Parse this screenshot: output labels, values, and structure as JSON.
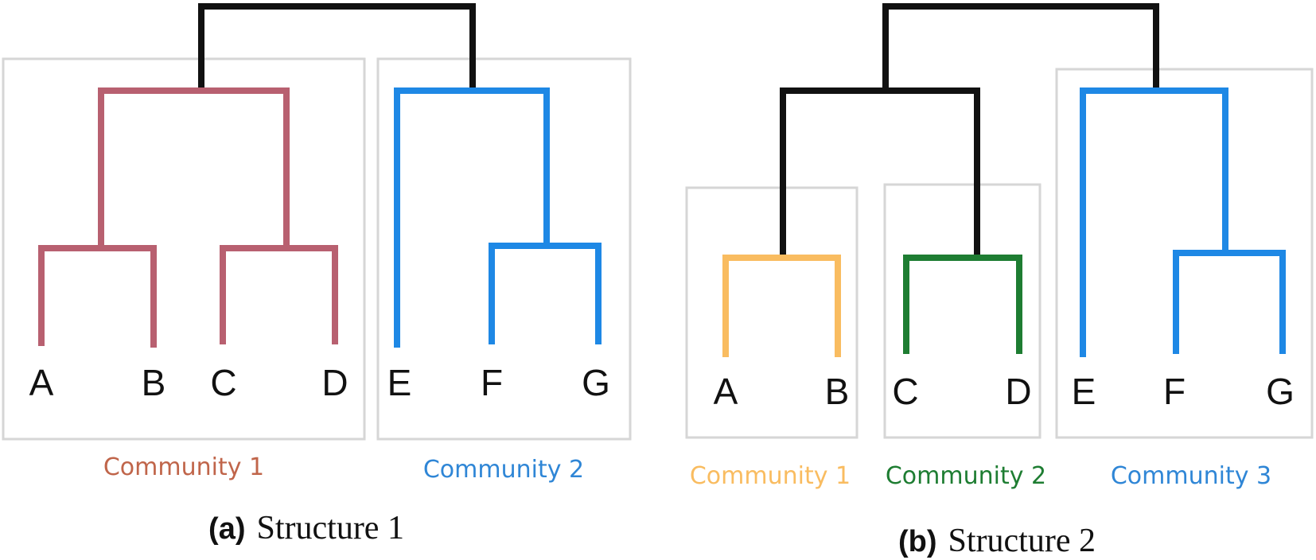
{
  "colors": {
    "black": "#111111",
    "community_a1": "#b86070",
    "community_a1_label": "#c0654a",
    "blue": "#1e88e5",
    "blue_label": "#2f86d6",
    "orange": "#f9bc60",
    "green": "#1e7d32",
    "box": "#d6d6d6"
  },
  "panel_a": {
    "caption_letter": "(a)",
    "caption_title": "Structure 1",
    "leaves": [
      "A",
      "B",
      "C",
      "D",
      "E",
      "F",
      "G"
    ],
    "communities": [
      "Community 1",
      "Community 2"
    ]
  },
  "panel_b": {
    "caption_letter": "(b)",
    "caption_title": "Structure 2",
    "leaves": [
      "A",
      "B",
      "C",
      "D",
      "E",
      "F",
      "G"
    ],
    "communities": [
      "Community 1",
      "Community 2",
      "Community 3"
    ]
  }
}
